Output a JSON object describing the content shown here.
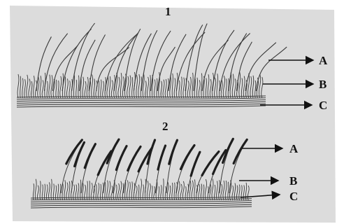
{
  "figure": {
    "panels": [
      {
        "number": "1",
        "labels": {
          "a": "A",
          "b": "B",
          "c": "C"
        }
      },
      {
        "number": "2",
        "labels": {
          "a": "A",
          "b": "B",
          "c": "C"
        }
      }
    ],
    "colors": {
      "paper": "#dcdcdc",
      "ink": "#3a3a3a",
      "dark_ink": "#1e1e1e"
    }
  }
}
